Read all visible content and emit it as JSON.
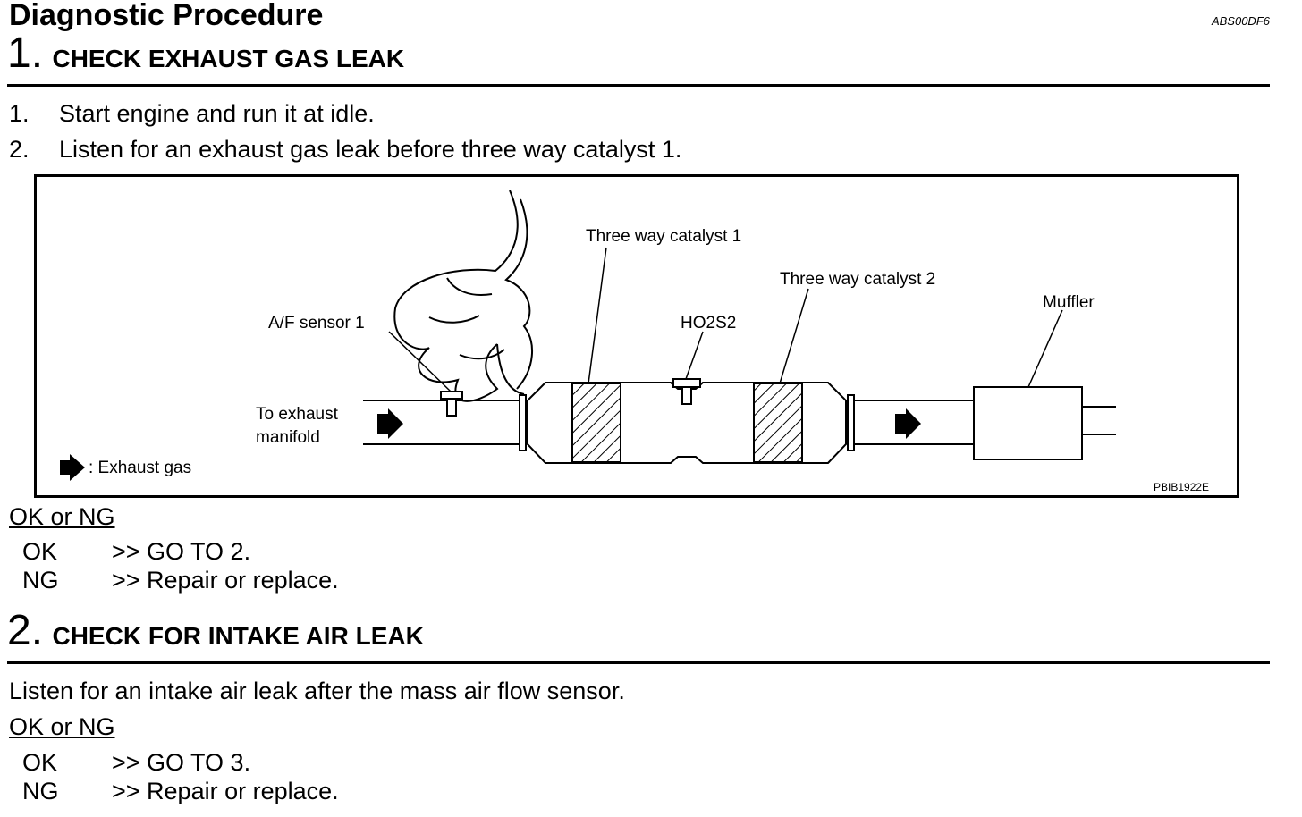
{
  "header": {
    "title": "Diagnostic Procedure",
    "doc_code": "ABS00DF6"
  },
  "step1": {
    "number": "1.",
    "title": "CHECK EXHAUST GAS LEAK",
    "instructions": [
      {
        "num": "1.",
        "text": "Start engine and run it at idle."
      },
      {
        "num": "2.",
        "text": "Listen for an exhaust gas leak before three way catalyst 1."
      }
    ],
    "figure": {
      "labels": {
        "catalyst1": "Three way catalyst 1",
        "catalyst2": "Three way catalyst 2",
        "af_sensor": "A/F sensor 1",
        "ho2s2": "HO2S2",
        "muffler": "Muffler",
        "to_exhaust_line1": "To exhaust",
        "to_exhaust_line2": "manifold",
        "legend": ": Exhaust gas",
        "figure_code": "PBIB1922E"
      }
    },
    "ok_ng_label": "OK or NG",
    "results": [
      {
        "key": "OK",
        "action": ">> GO TO 2."
      },
      {
        "key": "NG",
        "action": ">> Repair or replace."
      }
    ]
  },
  "step2": {
    "number": "2.",
    "title": "CHECK FOR INTAKE AIR LEAK",
    "text": "Listen for an intake air leak after the mass air flow sensor.",
    "ok_ng_label": "OK or NG",
    "results": [
      {
        "key": "OK",
        "action": ">> GO TO 3."
      },
      {
        "key": "NG",
        "action": ">> Repair or replace."
      }
    ]
  }
}
